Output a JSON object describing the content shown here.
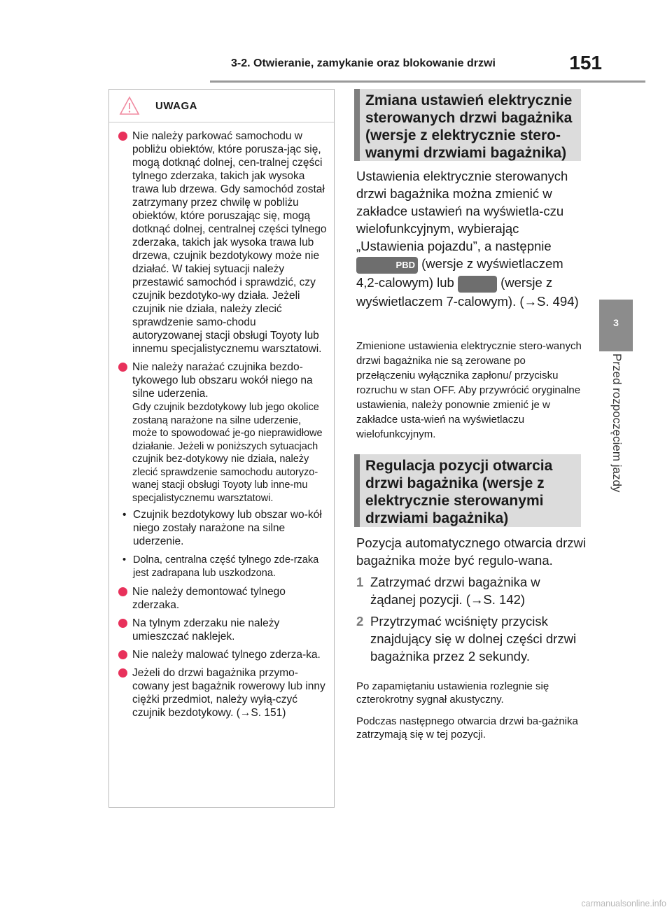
{
  "header": {
    "section_title": "3-2. Otwieranie, zamykanie oraz blokowanie drzwi",
    "page_number": "151"
  },
  "side_tab": {
    "chapter_number": "3",
    "chapter_title": "Przed rozpoczęciem jazdy"
  },
  "warning": {
    "icon": "warning-triangle-icon",
    "label": "UWAGA",
    "bullet_color": "#e8315b",
    "bullet1": "Nie należy parkować samochodu w pobliżu obiektów, które porusza-jąc się, mogą dotknąć dolnej, cen-tralnej części tylnego zderzaka, takich jak wysoka trawa lub drzewa. Gdy samochód został zatrzymany przez chwilę w pobliżu obiektów, które poruszając się, mogą dotknąć dolnej, centralnej części tylnego zderzaka, takich jak wysoka trawa lub drzewa, czujnik bezdotykowy może nie działać. W takiej sytuacji należy przestawić samochód i sprawdzić, czy czujnik bezdotyko-wy działa. Jeżeli czujnik nie działa, należy zlecić sprawdzenie samo-chodu autoryzowanej stacji obsługi Toyoty lub innemu specjalistycznemu warsztatowi.",
    "bullet2": "Nie należy narażać czujnika bezdo-tykowego lub obszaru wokół niego na silne uderzenia.",
    "bullet2_note": "Gdy czujnik bezdotykowy lub jego okolice zostaną narażone na silne uderzenie, może to spowodować je-go nieprawidłowe działanie. Jeżeli w poniższych sytuacjach czujnik bez-dotykowy nie działa, należy zlecić sprawdzenie samochodu autoryzo-wanej stacji obsługi Toyoty lub inne-mu specjalistycznemu warsztatowi.",
    "sub1": "Czujnik bezdotykowy lub obszar wo-kół niego zostały narażone na silne uderzenie.",
    "sub2": "Dolna, centralna część tylnego zde-rzaka jest zadrapana lub uszkodzona.",
    "bullet3": "Nie należy demontować tylnego zderzaka.",
    "bullet4": "Na tylnym zderzaku nie należy umieszczać naklejek.",
    "bullet5": "Nie należy malować tylnego zderza-ka.",
    "bullet6": "Jeżeli do drzwi bagażnika przymo-cowany jest bagażnik rowerowy lub inny ciężki przedmiot, należy wyłą-czyć czujnik bezdotykowy. (→S. 151)"
  },
  "section1": {
    "heading": "Zmiana ustawień elektrycznie sterowanych drzwi bagażnika (wersje z elektrycznie stero-wanymi drzwiami bagażnika)",
    "para_a": "Ustawienia elektrycznie sterowanych drzwi bagażnika można zmienić w zakładce ustawień na wyświetla-czu wielofunkcyjnym, wybierając „Ustawienia pojazdu”, a następnie",
    "icon1_text": "PBD",
    "para_b": "(wersje z wyświetlaczem 4,2-calowym) lub",
    "para_c": "(wersje z wyświetlaczem 7-calowym). (→S. 494)",
    "note": "Zmienione ustawienia elektrycznie stero-wanych drzwi bagażnika nie są zerowane po przełączeniu wyłącznika zapłonu/ przycisku rozruchu w stan OFF. Aby przywrócić oryginalne ustawienia, należy ponownie zmienić je w zakładce usta-wień na wyświetlaczu wielofunkcyjnym."
  },
  "section2": {
    "heading": "Regulacja pozycji otwarcia drzwi bagażnika (wersje z elektrycznie sterowanymi drzwiami bagażnika)",
    "intro": "Pozycja automatycznego otwarcia drzwi bagażnika może być regulo-wana.",
    "step1_num": "1",
    "step1": "Zatrzymać drzwi bagażnika w żądanej pozycji. (→S. 142)",
    "step2_num": "2",
    "step2": "Przytrzymać wciśnięty przycisk znajdujący się w dolnej części drzwi bagażnika przez 2 sekundy.",
    "note1": "Po zapamiętaniu ustawienia rozlegnie się czterokrotny sygnał akustyczny.",
    "note2": "Podczas następnego otwarcia drzwi ba-gażnika zatrzymają się w tej pozycji."
  },
  "watermark": "carmanualsonline.info"
}
